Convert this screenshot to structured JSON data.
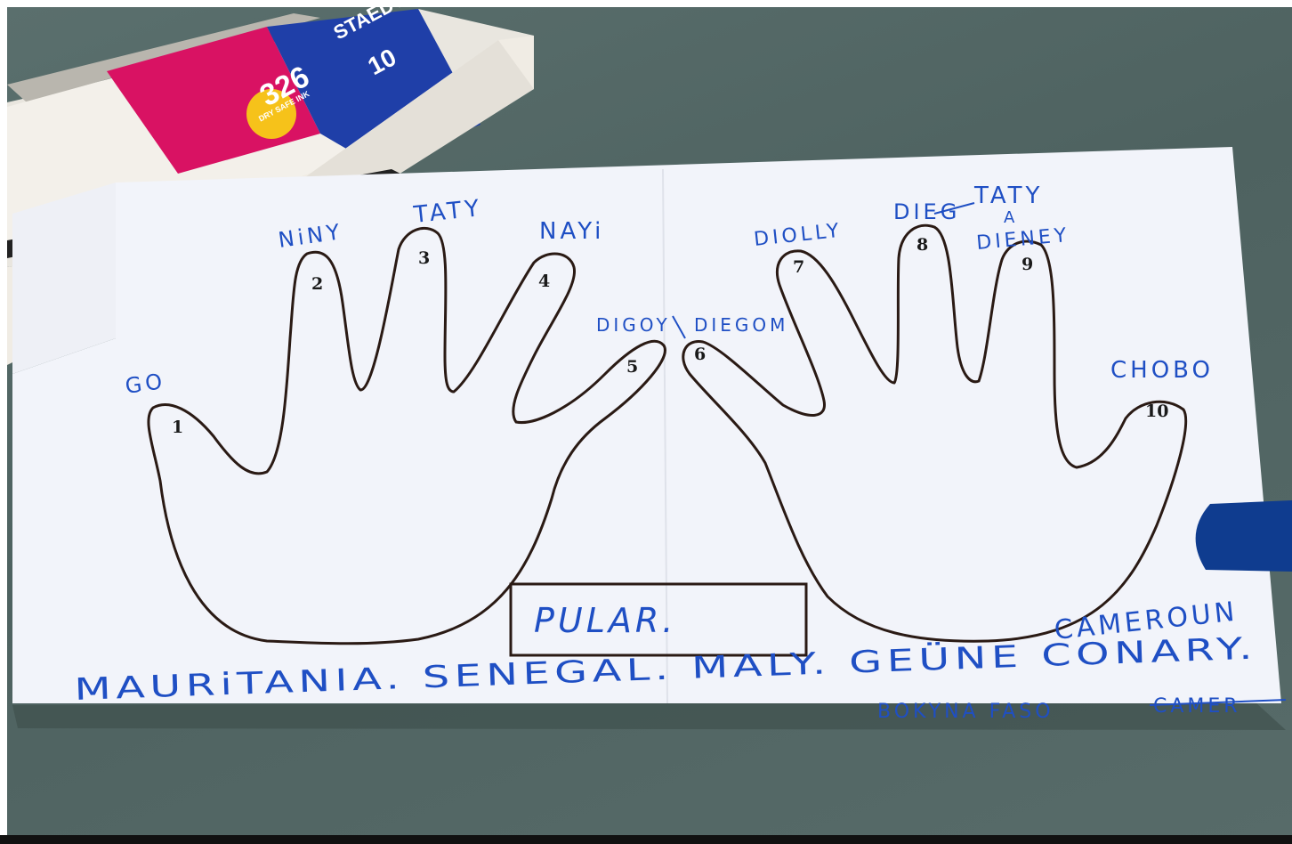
{
  "box": {
    "brand": "STAEDTLER",
    "model": "326",
    "count": "10",
    "badge": "DRY SAFE INK"
  },
  "fingers": [
    "1",
    "2",
    "3",
    "4",
    "5",
    "6",
    "7",
    "8",
    "9",
    "10"
  ],
  "finger_names": {
    "f1": "GO",
    "f2": "NiNY",
    "f3": "TATY",
    "f4": "NAYi",
    "f5": "DIGOY",
    "f6": "DIEGOM",
    "f7": "DIOLLY",
    "f8_crossed": "DIEG",
    "f8": "TATY",
    "f8_extra": "A",
    "f9": "DIENEY",
    "f10": "CHOBO"
  },
  "center_box": "PULAR.",
  "country_cameroun": "CAMEROUN",
  "countries_line": "MAURiTANIA. SENEGAL. MALY. GEÜNE CONARY.",
  "countries_line2": "BOKYNA FASO",
  "countries_line2_crossed": "CAMER",
  "colors": {
    "ink_blue": "#1f4fc4",
    "outline": "#2a1a14",
    "paper": "#f2f4fa",
    "table": "#536765"
  }
}
